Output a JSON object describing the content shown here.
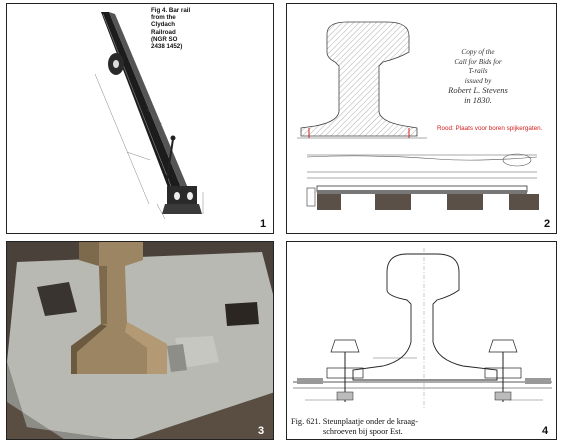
{
  "panels": [
    {
      "number": "1",
      "caption_lines": [
        "Fig 4. Bar rail",
        "from the",
        "Clydach",
        "Railroad",
        "(NGR SO",
        "2438 1452)"
      ]
    },
    {
      "number": "2",
      "title_lines": [
        "Copy of the",
        "Call for Bids for",
        "T-rails",
        "issued by",
        "Robert L. Stevens",
        "in 1830."
      ],
      "red_note": "Rood: Plaats voor boren spijkergaten."
    },
    {
      "number": "3"
    },
    {
      "number": "4",
      "caption_lines": [
        "Fig. 621. Steunplaatje onder de kraag-",
        "schroeven bij spoor Est."
      ]
    }
  ],
  "colors": {
    "red_note": "#d42020",
    "photo_plate": "#b9b9b4",
    "photo_rail": "#9c8562"
  }
}
